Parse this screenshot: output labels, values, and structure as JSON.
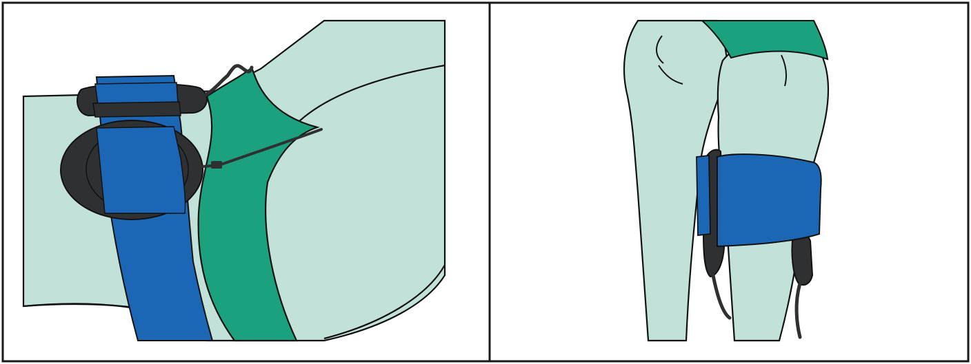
{
  "figure": {
    "panels": [
      {
        "id": "left",
        "subject": "hip-side-view"
      },
      {
        "id": "right",
        "subject": "thigh-rear-view"
      }
    ],
    "colors": {
      "skin": "#c2e2d9",
      "garment": "#1ba17e",
      "strap": "#1b67b6",
      "device": "#2f3032",
      "outline": "#111111",
      "frame": "#1a1a1a"
    }
  }
}
